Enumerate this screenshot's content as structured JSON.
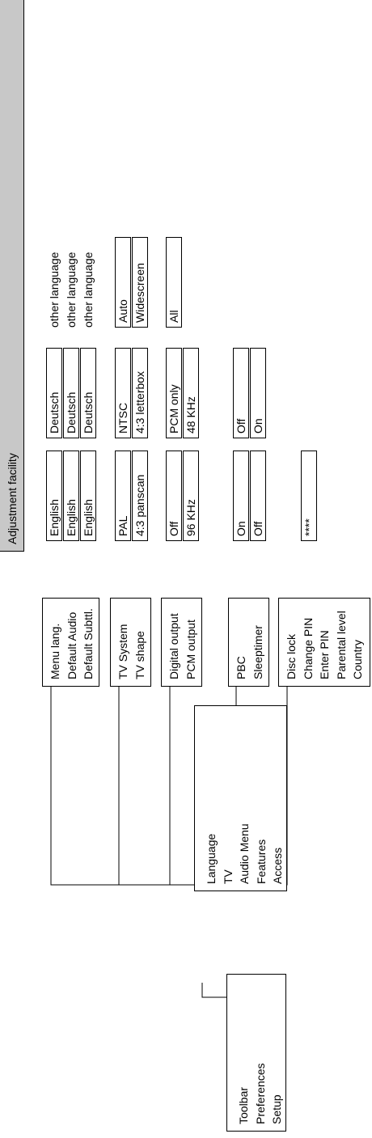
{
  "header": {
    "title": "Adjustment facility"
  },
  "root_menu": [
    "Toolbar",
    "Preferences",
    "Setup"
  ],
  "main_menu": [
    "Language",
    "TV",
    "Audio Menu",
    "Features",
    "Access"
  ],
  "groups": {
    "language": [
      "Menu lang.",
      "Default Audio",
      "Default Subttl."
    ],
    "tv": [
      "TV System",
      "TV shape"
    ],
    "audio": [
      "Digital output",
      "PCM output"
    ],
    "features": [
      "PBC",
      "Sleeptimer"
    ],
    "access": [
      "Disc lock",
      "Change PIN",
      "Enter PIN",
      "Parental level",
      "Country"
    ]
  },
  "options": {
    "menu_lang": [
      "English",
      "Deutsch",
      "other language"
    ],
    "default_audio": [
      "English",
      "Deutsch",
      "other language"
    ],
    "default_subtitle": [
      "English",
      "Deutsch",
      "other language"
    ],
    "tv_system": [
      "PAL",
      "NTSC",
      "Auto"
    ],
    "tv_shape": [
      "4:3 panscan",
      "4:3 letterbox",
      "Widescreen"
    ],
    "digital_output": [
      "Off",
      "PCM only",
      "All"
    ],
    "pcm_output": [
      "96 KHz",
      "48 KHz"
    ],
    "pbc": [
      "On",
      "Off"
    ],
    "sleeptimer": [
      "Off",
      "On"
    ],
    "pin": "****"
  }
}
